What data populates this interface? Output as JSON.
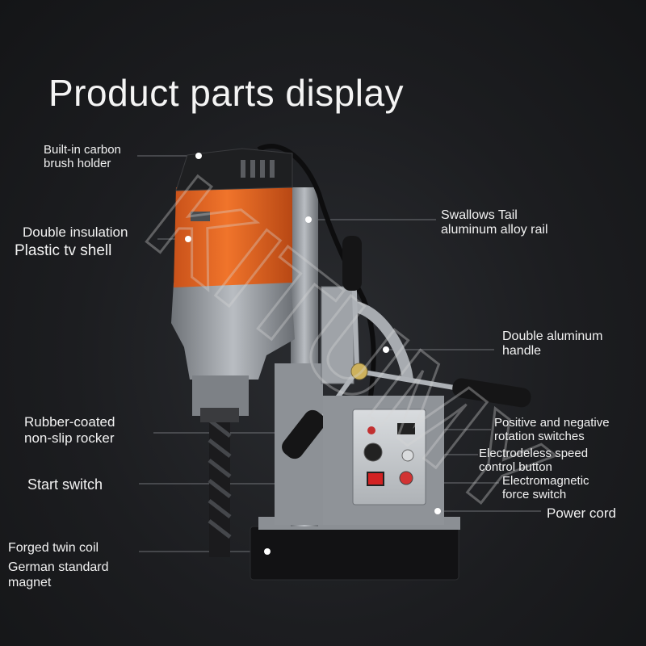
{
  "title": "Product parts display",
  "watermark": "KITUMY",
  "labels": {
    "brush_holder": [
      "Built-in carbon",
      "brush holder"
    ],
    "insulation": [
      "Double insulation",
      "Plastic tv shell"
    ],
    "rail": [
      "Swallows Tail",
      "aluminum alloy rail"
    ],
    "handle": [
      "Double aluminum",
      "handle"
    ],
    "rocker": [
      "Rubber-coated",
      "non-slip rocker"
    ],
    "rotation": [
      "Positive and negative",
      "rotation switches"
    ],
    "speed": [
      "Electrodeless speed",
      "control button"
    ],
    "start": [
      "Start switch"
    ],
    "magnetic": [
      "Electromagnetic",
      "force switch"
    ],
    "power": [
      "Power cord"
    ],
    "magnet": [
      "Forged twin coil",
      "German standard",
      "magnet"
    ]
  },
  "colors": {
    "background": "#1c1d20",
    "text": "#f2f2f2",
    "accent_orange": "#e8631f",
    "body_gray": "#9a9ea4",
    "leader_line": "#8a8d92"
  }
}
